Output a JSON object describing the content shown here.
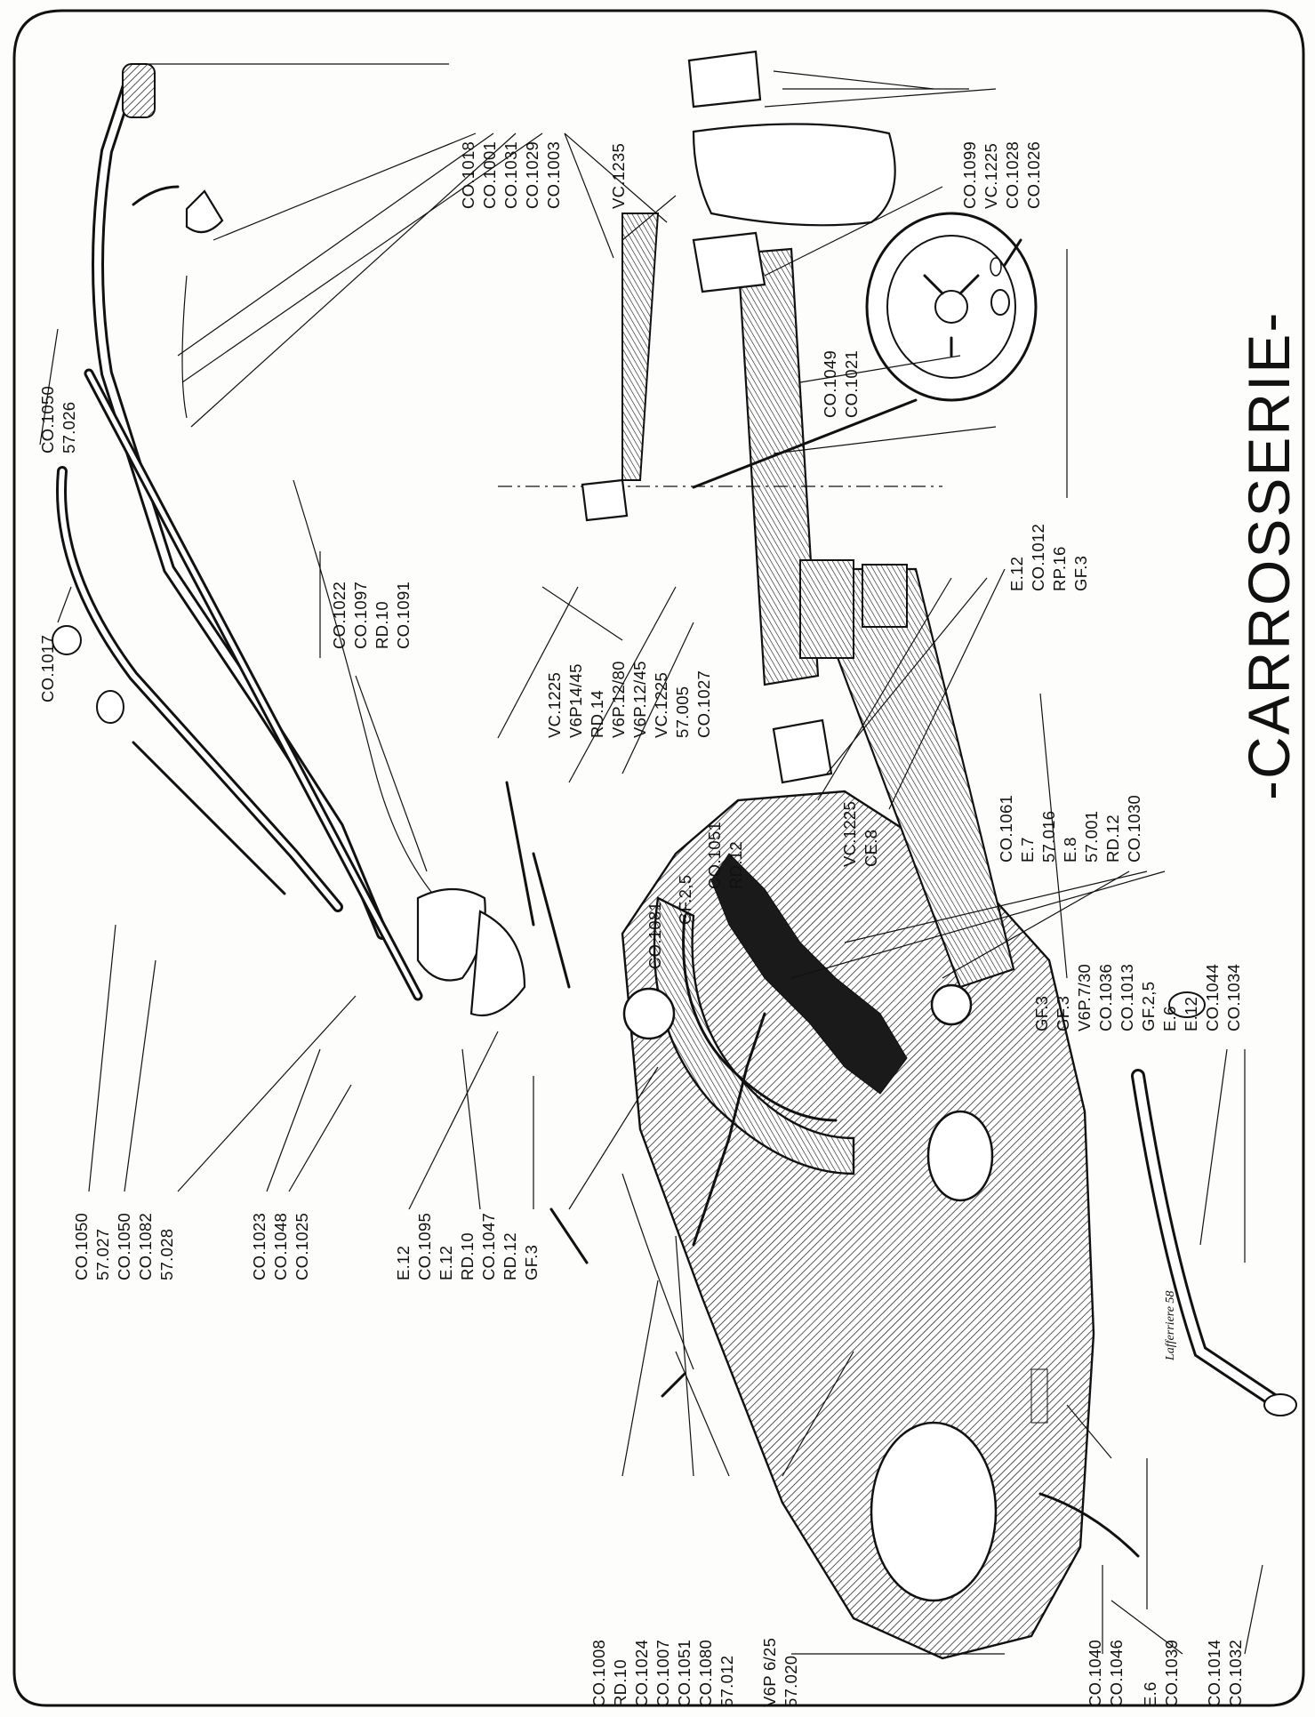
{
  "title": "-CARROSSERIE-",
  "signature": "Lafferriere 58",
  "labels": {
    "g1": [
      "CO.1018",
      "CO.1001",
      "CO.1031",
      "CO.1029",
      "CO.1003"
    ],
    "g2": [
      "VC.1235"
    ],
    "g3": [
      "CO.1099",
      "VC.1225",
      "CO.1028",
      "CO.1026"
    ],
    "g4": [
      "CO.1050",
      "57.026"
    ],
    "g5": [
      "CO.1049",
      "CO.1021"
    ],
    "g6": [
      "E.12",
      "CO.1012",
      "RP.16",
      "GF.3"
    ],
    "g7": [
      "CO.1017"
    ],
    "g8": [
      "CO.1022",
      "CO.1097",
      "RD.10",
      "CO.1091"
    ],
    "g9": [
      "VC.1225",
      "V6P14/45",
      "RD.14",
      "V6P.12/80",
      "V6P.12/45",
      "VC.1225",
      "57.005",
      "CO.1027"
    ],
    "g10": [
      "VC.1225",
      "CE.8"
    ],
    "g11": [
      "CO.1051",
      "RD.12"
    ],
    "g12": [
      "GF.2,5"
    ],
    "g13": [
      "CO.1081"
    ],
    "g14": [
      "CO.1061",
      "E.7",
      "57.016",
      "E.8",
      "57.001",
      "RD.12",
      "CO.1030"
    ],
    "g15": [
      "GF.3",
      "GF.3",
      "V6P.7/30",
      "CO.1036",
      "CO.1013",
      "GF.2,5",
      "E.6",
      "E.12",
      "CO.1044",
      "CO.1034"
    ],
    "g16": [
      "CO.1050",
      "57.027",
      "CO.1050",
      "CO.1082",
      "57.028"
    ],
    "g17": [
      "CO.1023",
      "CO.1048",
      "CO.1025"
    ],
    "g18": [
      "E.12",
      "CO.1095",
      "E.12",
      "RD.10",
      "CO.1047",
      "RD.12",
      "GF.3"
    ],
    "g19": [
      "CO.1008",
      "RD.10",
      "CO.1024",
      "CO.1007",
      "CO.1051",
      "CO.1080",
      "57.012",
      "V6P 6/25",
      "57.020"
    ],
    "g20": [
      "CO.1040",
      "CO.1046",
      "E.6",
      "CO.1039",
      "CO.1014",
      "CO.1032"
    ]
  }
}
